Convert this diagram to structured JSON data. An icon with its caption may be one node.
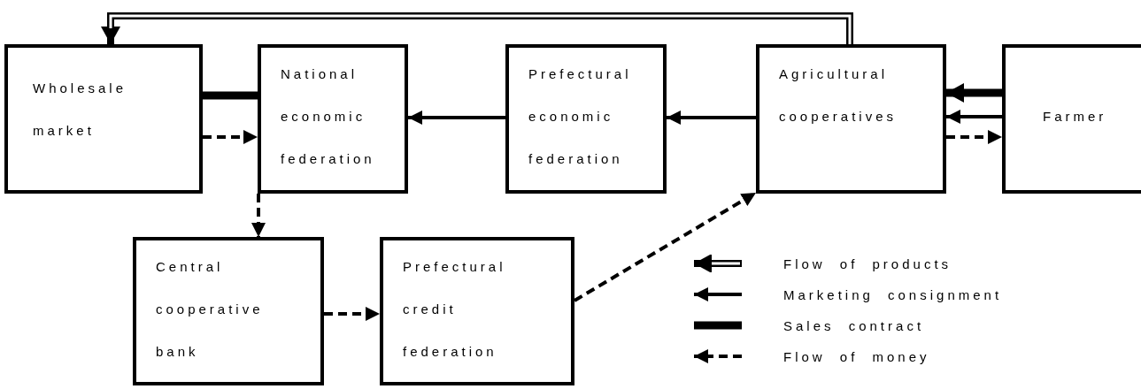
{
  "diagram": {
    "nodes": [
      {
        "text": [
          "Wholesale market"
        ]
      },
      {
        "text": [
          "National economic federation"
        ]
      },
      {
        "text": [
          "Prefectural economic federation"
        ]
      },
      {
        "text": [
          "Agricultural cooperatives"
        ]
      },
      {
        "text": [
          "Farmer"
        ]
      },
      {
        "text": [
          "Central cooperative bank"
        ]
      },
      {
        "text": [
          "Prefectural credit federation"
        ]
      }
    ],
    "edges": [
      {
        "from": 3,
        "to": 0,
        "arrow": "to",
        "style": "thick"
      },
      {
        "from": 0,
        "to": 1,
        "arrow": "none",
        "style": "thick"
      },
      {
        "from": 0,
        "to": 1,
        "arrow": "to",
        "style": "dashed"
      },
      {
        "from": 2,
        "to": 1,
        "arrow": "to"
      },
      {
        "from": 3,
        "to": 2,
        "arrow": "to"
      },
      {
        "from": 4,
        "to": 3,
        "arrow": "to",
        "style": "thick"
      },
      {
        "from": 4,
        "to": 3,
        "arrow": "to"
      },
      {
        "from": 3,
        "to": 4,
        "arrow": "to",
        "style": "dashed"
      },
      {
        "from": 1,
        "to": 5,
        "arrow": "to",
        "style": "dashed"
      },
      {
        "from": 5,
        "to": 6,
        "arrow": "to",
        "style": "dashed"
      },
      {
        "from": 6,
        "to": 3,
        "arrow": "to",
        "style": "dashed"
      }
    ],
    "legend": [
      {
        "text": "Flow of products"
      },
      {
        "text": "Marketing consignment"
      },
      {
        "text": "Sales contract"
      },
      {
        "text": "Flow of money"
      }
    ]
  }
}
